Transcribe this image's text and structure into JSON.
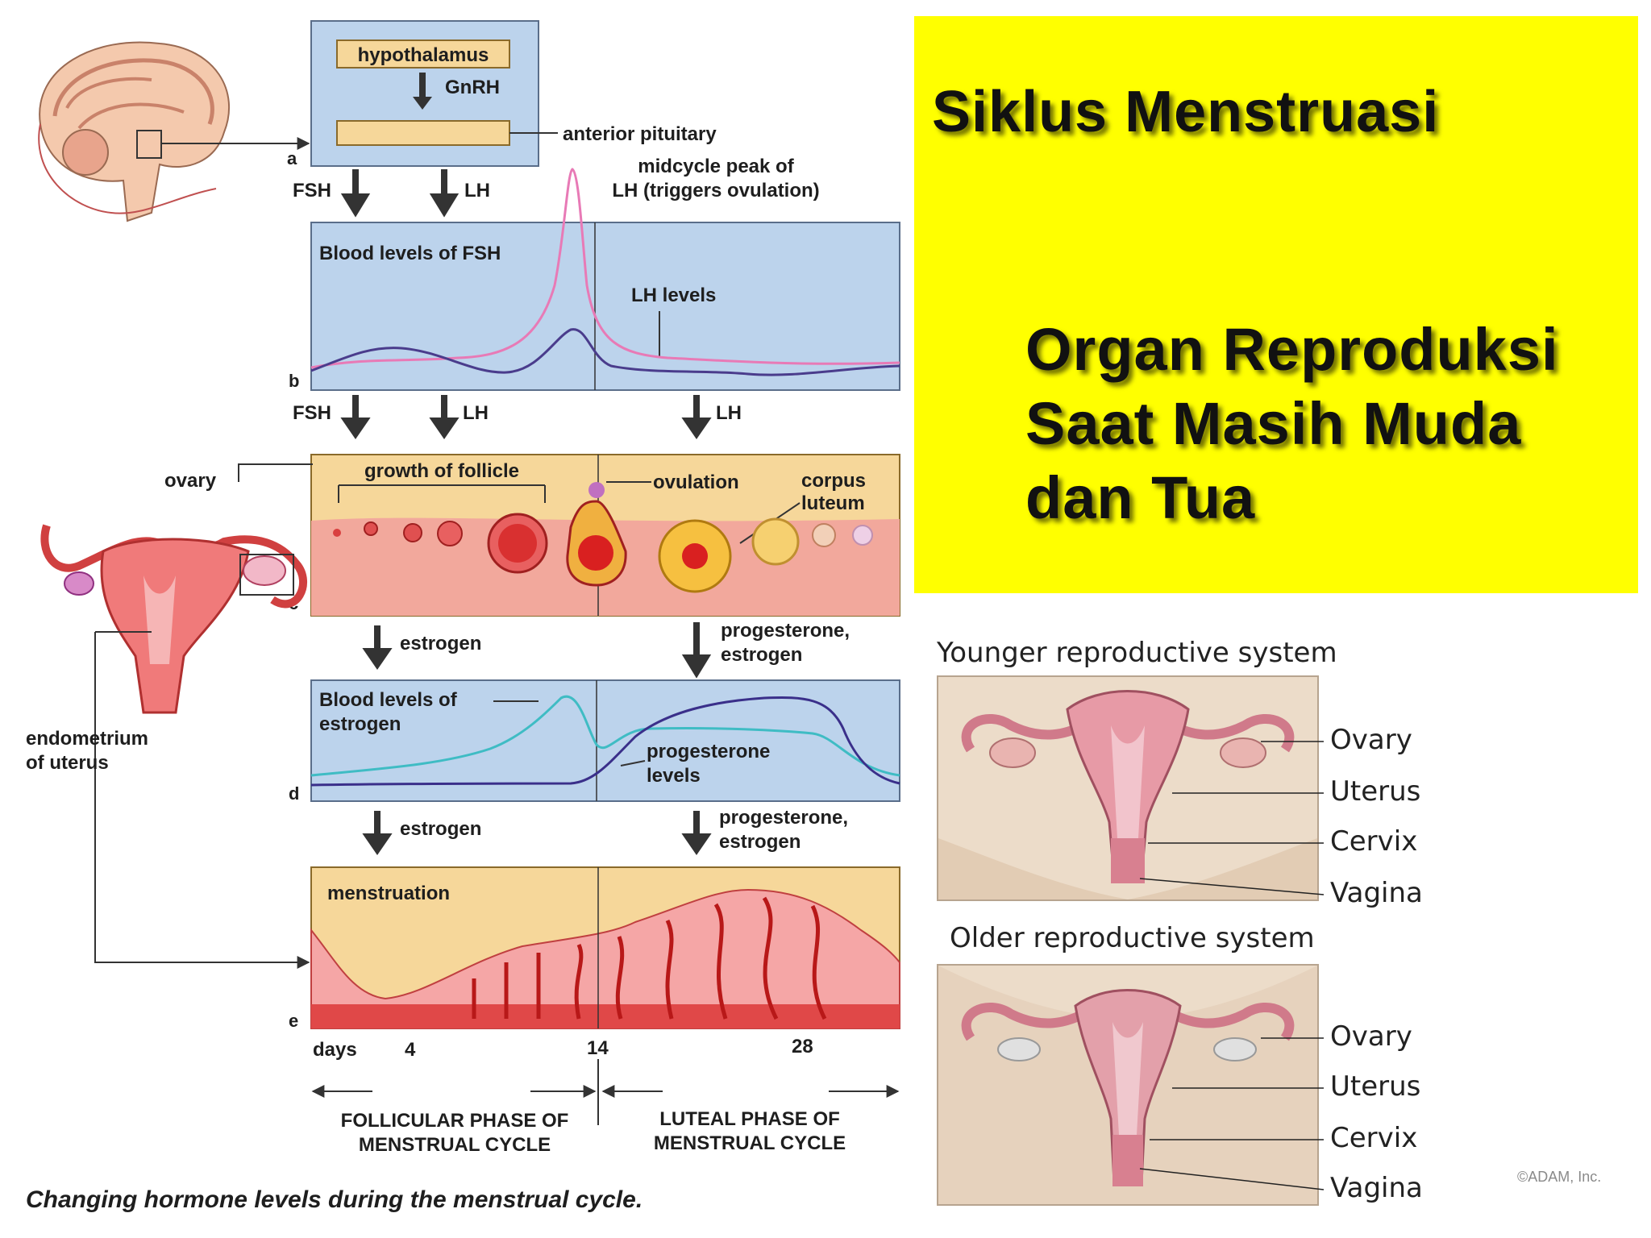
{
  "left_diagram": {
    "hypothalamus": "hypothalamus",
    "gnrh": "GnRH",
    "anterior_pituitary": "anterior pituitary",
    "label_a": "a",
    "label_b": "b",
    "label_c": "c",
    "label_d": "d",
    "label_e": "e",
    "fsh": "FSH",
    "lh": "LH",
    "midcycle_line1": "midcycle peak of",
    "midcycle_line2": "LH (triggers ovulation)",
    "blood_fsh": "Blood levels of FSH",
    "lh_levels": "LH levels",
    "growth_follicle": "growth of follicle",
    "ovulation": "ovulation",
    "corpus": "corpus",
    "luteum": "luteum",
    "ovary": "ovary",
    "estrogen": "estrogen",
    "progesterone_estrogen_1": "progesterone,",
    "progesterone_estrogen_2": "estrogen",
    "blood_estrogen_1": "Blood levels of",
    "blood_estrogen_2": "estrogen",
    "progesterone_levels_1": "progesterone",
    "progesterone_levels_2": "levels",
    "endometrium_1": "endometrium",
    "endometrium_2": "of uterus",
    "menstruation": "menstruation",
    "days": "days",
    "day4": "4",
    "day14": "14",
    "day28": "28",
    "follicular_1": "FOLLICULAR PHASE OF",
    "follicular_2": "MENSTRUAL CYCLE",
    "luteal_1": "LUTEAL PHASE OF",
    "luteal_2": "MENSTRUAL CYCLE",
    "caption": "Changing hormone levels during the menstrual cycle.",
    "colors": {
      "panel_blue": "#bcd3ec",
      "panel_orange": "#f6d79a",
      "fsh_line": "#4a3c8c",
      "lh_line": "#e87ab6",
      "estrogen_line": "#3fbcc4",
      "progesterone_line": "#3a2f8a"
    }
  },
  "title_box": {
    "title": "Siklus Menstruasi",
    "subtitle_lines": [
      "Organ Reproduksi",
      "Saat Masih Muda",
      "dan Tua"
    ],
    "background": "#ffff00"
  },
  "reproductive": {
    "younger_title": "Younger reproductive system",
    "older_title": "Older reproductive system",
    "labels": [
      "Ovary",
      "Uterus",
      "Cervix",
      "Vagina"
    ],
    "copyright": "©ADAM, Inc."
  }
}
